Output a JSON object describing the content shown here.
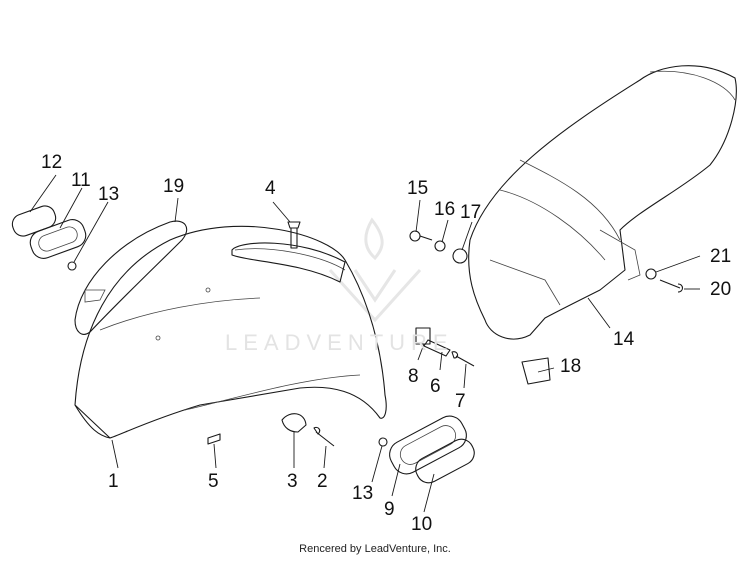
{
  "diagram": {
    "callouts": [
      "12",
      "11",
      "13",
      "19",
      "4",
      "15",
      "16",
      "17",
      "21",
      "20",
      "14",
      "8",
      "6",
      "7",
      "18",
      "1",
      "5",
      "3",
      "2",
      "13",
      "9",
      "10"
    ],
    "watermark": "LEADVENTURE",
    "footer": "Rencered by LeadVenture, Inc."
  }
}
